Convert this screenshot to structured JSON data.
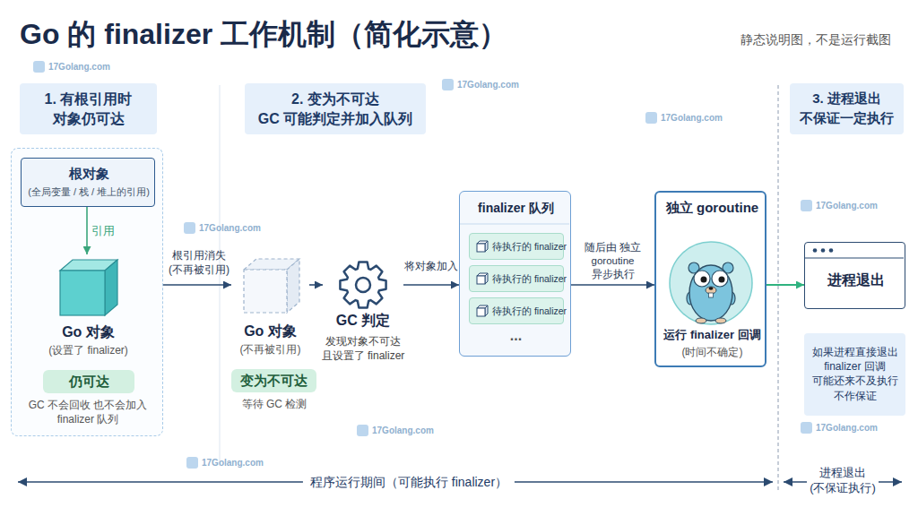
{
  "diagram": {
    "title": "Go 的 finalizer 工作机制（简化示意）",
    "nodes": [
      {
        "text": [
          "1. 有根引用时",
          "对象仍可达"
        ]
      },
      {
        "text": [
          "GC 不会回收 也不会加入 finalizer 队列"
        ]
      },
      {
        "text": [
          "根对象",
          "(全局变量 / 栈 / 堆上的引用)"
        ],
        "in": 1
      },
      {
        "text": [
          "Go 对象",
          "(设置了 finalizer)"
        ],
        "in": 1
      },
      {
        "text": [
          "仍可达"
        ],
        "in": 1
      },
      {
        "text": [
          "2. 变为不可达",
          "GC 可能判定并加入队列"
        ]
      },
      {
        "text": [
          "Go 对象",
          "(不再被引用)"
        ]
      },
      {
        "text": [
          "变为不可达"
        ]
      },
      {
        "text": [
          "GC 判定",
          "发现对象不可达 且设置了 finalizer"
        ]
      },
      {
        "text": [
          "finalizer 队列",
          "..."
        ]
      },
      {
        "text": [
          "待执行的 finalizer"
        ],
        "in": 9
      },
      {
        "text": [
          "待执行的 finalizer"
        ],
        "in": 9
      },
      {
        "text": [
          "待执行的 finalizer"
        ],
        "in": 9
      },
      {
        "text": [
          "独立 goroutine",
          "运行 finalizer 回调",
          "(时间不确定)"
        ]
      },
      {
        "text": [
          "3. 进程退出",
          "不保证一定执行"
        ]
      },
      {
        "text": [
          "进程退出"
        ]
      },
      {
        "text": [
          "如果进程直接退出 finalizer 回调 可能还来不及执行 不作保证"
        ]
      }
    ],
    "edges": [
      {
        "from": 2,
        "to": 3,
        "label": "引用",
        "arrow": "to"
      },
      {
        "from": 1,
        "to": 6,
        "label": "根引用消失 (不再被引用)",
        "arrow": "to"
      },
      {
        "from": 6,
        "to": 8,
        "arrow": "to"
      },
      {
        "from": 8,
        "to": 9,
        "label": "将对象加入",
        "arrow": "to"
      },
      {
        "from": 9,
        "to": 13,
        "label": "随后由 独立 goroutine 异步执行",
        "arrow": "to"
      },
      {
        "from": 13,
        "to": 15,
        "arrow": "to"
      }
    ],
    "labels": [
      "静态说明图，不是运行截图",
      "等待 GC 检测",
      "程序运行期间（可能执行 finalizer）",
      "进程退出 (不保证执行)",
      "17Golang.com",
      "17Golang.com",
      "17Golang.com",
      "17Golang.com",
      "17Golang.com",
      "17Golang.com",
      "17Golang.com",
      "17Golang.com"
    ]
  }
}
